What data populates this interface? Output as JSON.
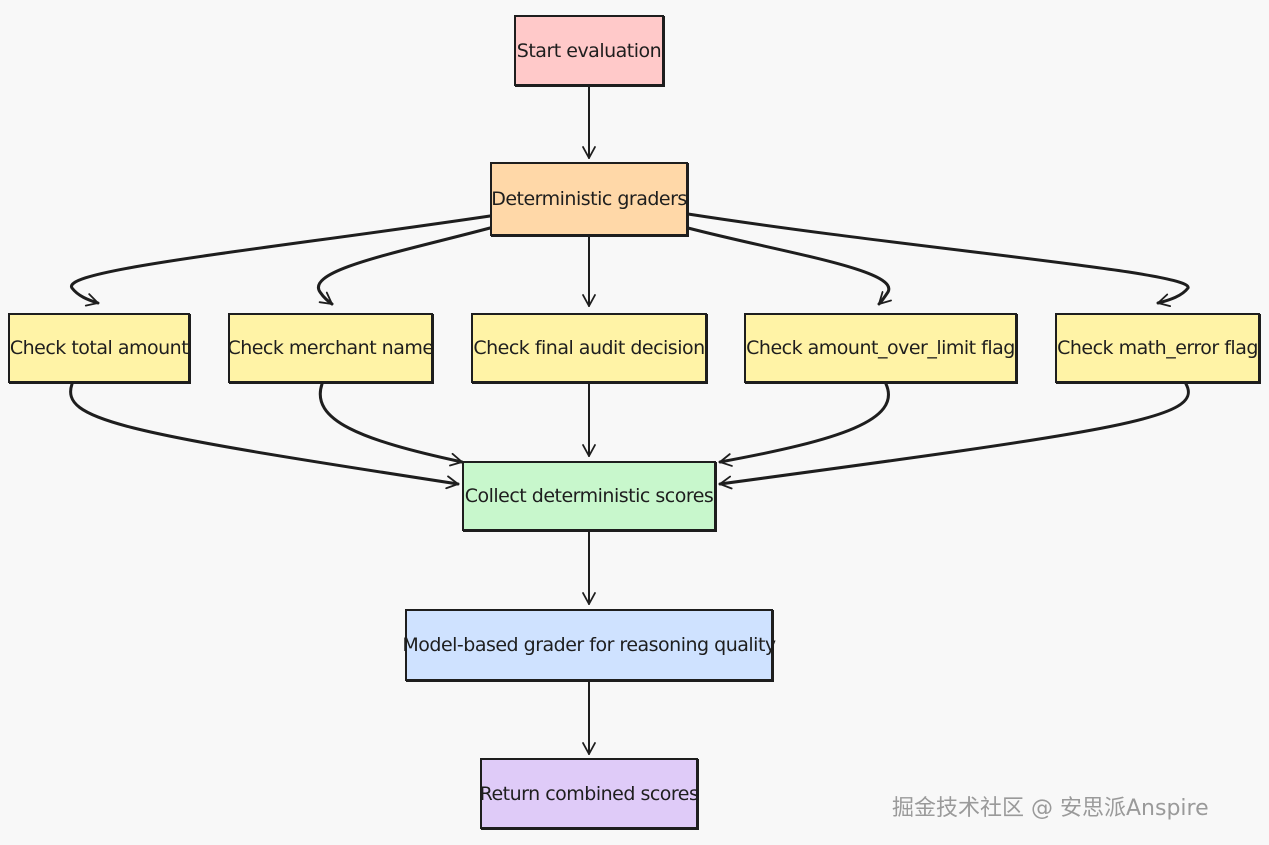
{
  "nodes": {
    "start": "Start evaluation",
    "deterministic": "Deterministic graders",
    "check_total": "Check total amount",
    "check_merchant": "Check merchant name",
    "check_audit": "Check final audit decision",
    "check_over_limit": "Check amount_over_limit flag",
    "check_math": "Check math_error flag",
    "collect": "Collect deterministic scores",
    "model_grader": "Model-based grader for reasoning quality",
    "return": "Return combined scores"
  },
  "edges": [
    {
      "from": "start",
      "to": "deterministic"
    },
    {
      "from": "deterministic",
      "to": "check_total"
    },
    {
      "from": "deterministic",
      "to": "check_merchant"
    },
    {
      "from": "deterministic",
      "to": "check_audit"
    },
    {
      "from": "deterministic",
      "to": "check_over_limit"
    },
    {
      "from": "deterministic",
      "to": "check_math"
    },
    {
      "from": "check_total",
      "to": "collect"
    },
    {
      "from": "check_merchant",
      "to": "collect"
    },
    {
      "from": "check_audit",
      "to": "collect"
    },
    {
      "from": "check_over_limit",
      "to": "collect"
    },
    {
      "from": "check_math",
      "to": "collect"
    },
    {
      "from": "collect",
      "to": "model_grader"
    },
    {
      "from": "model_grader",
      "to": "return"
    }
  ],
  "colors": {
    "start": "#ffc9c9",
    "deterministic": "#ffd8a8",
    "checks": "#fff3a6",
    "collect": "#c8f7cc",
    "model_grader": "#cfe2ff",
    "return": "#dfcbf8",
    "stroke": "#1e1e1e",
    "background": "#f8f8f8"
  },
  "watermark": "掘金技术社区 @ 安思派Anspire"
}
